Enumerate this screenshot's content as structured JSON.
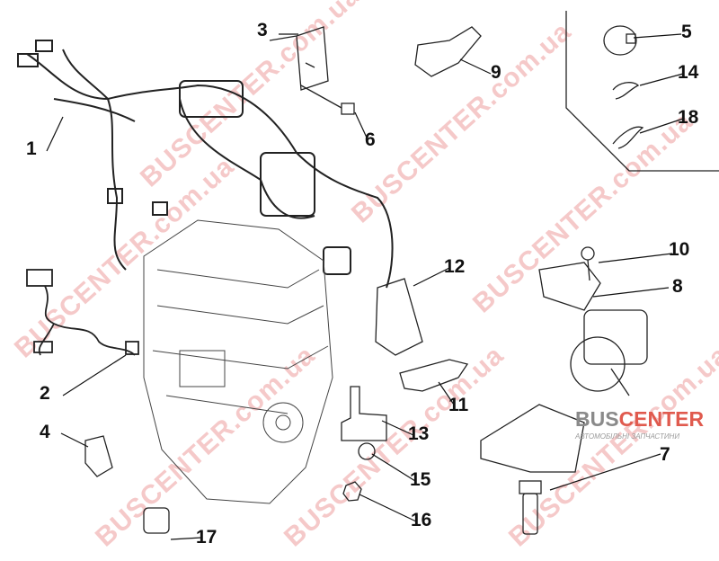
{
  "diagram": {
    "callouts": [
      "1",
      "2",
      "3",
      "4",
      "5",
      "6",
      "7",
      "8",
      "9",
      "10",
      "11",
      "12",
      "13",
      "14",
      "15",
      "16",
      "17",
      "18"
    ]
  },
  "watermark": {
    "text": "BUSCENTER.com.ua"
  },
  "logo": {
    "brand_part1": "BUS",
    "brand_part2": "CENTER",
    "tagline": "АВТОМОБІЛЬНІ ЗАПЧАСТИНИ"
  },
  "colors": {
    "watermark": "#dc3c3c",
    "line": "#111111"
  }
}
